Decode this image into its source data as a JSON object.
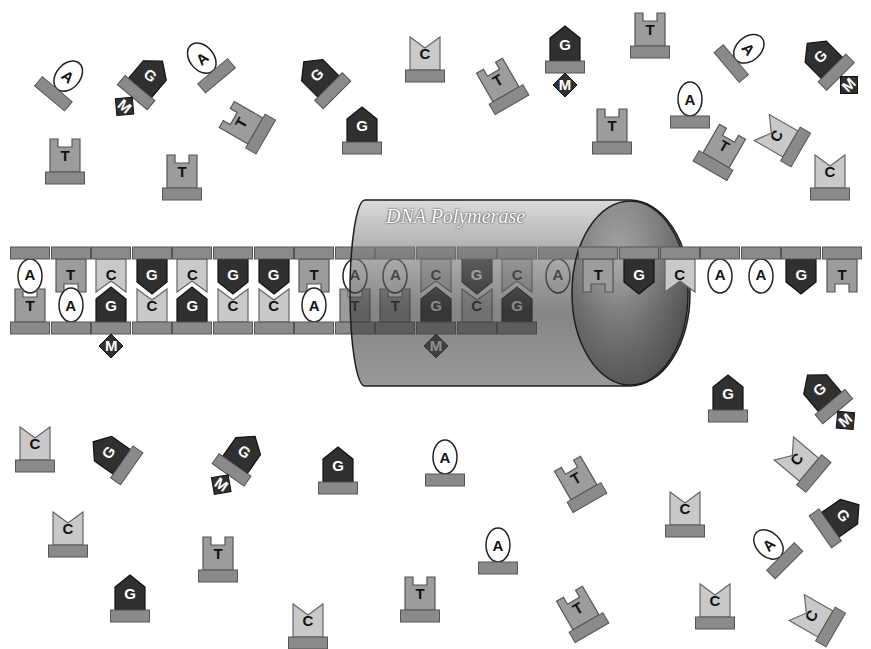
{
  "diagram": {
    "nodes": [
      {
        "text": [
          "A"
        ]
      },
      {
        "text": [
          "G",
          "M"
        ]
      },
      {
        "text": [
          "A"
        ]
      },
      {
        "text": [
          "C"
        ]
      },
      {
        "text": [
          "G",
          "M"
        ]
      },
      {
        "text": [
          "T"
        ]
      },
      {
        "text": [
          "A"
        ]
      },
      {
        "text": [
          "G",
          "M"
        ]
      },
      {
        "text": [
          "G"
        ]
      },
      {
        "text": [
          "T"
        ]
      },
      {
        "text": [
          "A"
        ]
      },
      {
        "text": [
          "T"
        ]
      },
      {
        "text": [
          "T"
        ]
      },
      {
        "text": [
          "C"
        ]
      },
      {
        "text": [
          "T"
        ]
      },
      {
        "text": [
          "G"
        ]
      },
      {
        "text": [
          "T"
        ]
      },
      {
        "text": [
          "T"
        ]
      },
      {
        "text": [
          "C"
        ]
      },
      {
        "text": [
          "DNA Polymerase"
        ]
      },
      {
        "text": [
          "A"
        ]
      },
      {
        "text": [
          "T"
        ]
      },
      {
        "text": [
          "C"
        ]
      },
      {
        "text": [
          "G"
        ]
      },
      {
        "text": [
          "C"
        ]
      },
      {
        "text": [
          "G"
        ]
      },
      {
        "text": [
          "G"
        ]
      },
      {
        "text": [
          "T"
        ]
      },
      {
        "text": [
          "A"
        ]
      },
      {
        "text": [
          "A"
        ]
      },
      {
        "text": [
          "C"
        ]
      },
      {
        "text": [
          "G"
        ]
      },
      {
        "text": [
          "C"
        ]
      },
      {
        "text": [
          "A"
        ]
      },
      {
        "text": [
          "T"
        ]
      },
      {
        "text": [
          "G"
        ]
      },
      {
        "text": [
          "C"
        ]
      },
      {
        "text": [
          "A"
        ]
      },
      {
        "text": [
          "A"
        ]
      },
      {
        "text": [
          "G"
        ]
      },
      {
        "text": [
          "T"
        ]
      },
      {
        "text": [
          "T"
        ]
      },
      {
        "text": [
          "A"
        ]
      },
      {
        "text": [
          "G",
          "M"
        ]
      },
      {
        "text": [
          "C"
        ]
      },
      {
        "text": [
          "G"
        ]
      },
      {
        "text": [
          "C"
        ]
      },
      {
        "text": [
          "C"
        ]
      },
      {
        "text": [
          "A"
        ]
      },
      {
        "text": [
          "T"
        ]
      },
      {
        "text": [
          "T"
        ]
      },
      {
        "text": [
          "G",
          "M"
        ]
      },
      {
        "text": [
          "C"
        ]
      },
      {
        "text": [
          "G"
        ]
      },
      {
        "text": [
          "G"
        ]
      },
      {
        "text": [
          "G",
          "M"
        ]
      },
      {
        "text": [
          "C"
        ]
      },
      {
        "text": [
          "G"
        ]
      },
      {
        "text": [
          "G",
          "M"
        ]
      },
      {
        "text": [
          "A"
        ]
      },
      {
        "text": [
          "G"
        ]
      },
      {
        "text": [
          "C"
        ]
      },
      {
        "text": [
          "T"
        ]
      },
      {
        "text": [
          "C"
        ]
      },
      {
        "text": [
          "G"
        ]
      },
      {
        "text": [
          "C"
        ]
      },
      {
        "text": [
          "A"
        ]
      },
      {
        "text": [
          "A"
        ]
      },
      {
        "text": [
          "T"
        ]
      },
      {
        "text": [
          "G"
        ]
      },
      {
        "text": [
          "T"
        ]
      },
      {
        "text": [
          "C"
        ]
      },
      {
        "text": [
          "T"
        ]
      },
      {
        "text": [
          "C"
        ]
      },
      {
        "text": [
          "C"
        ]
      }
    ]
  }
}
